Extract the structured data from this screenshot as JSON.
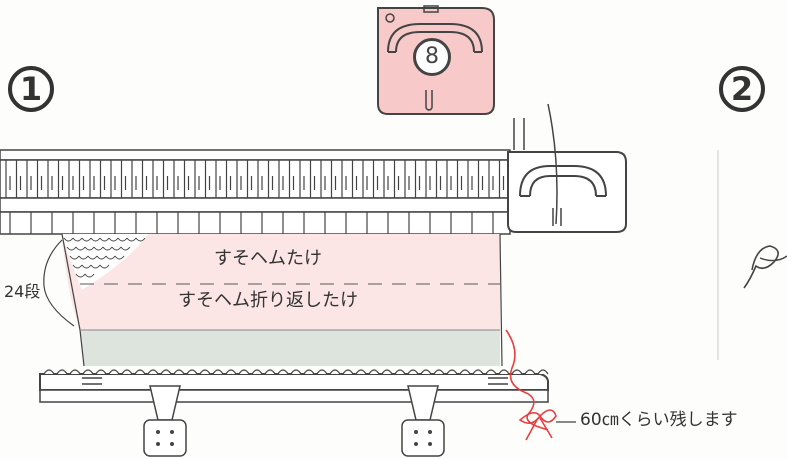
{
  "steps": {
    "one": "1",
    "two": "2"
  },
  "dial": {
    "number": "8"
  },
  "labels": {
    "upper_band": "すそヘムたけ",
    "lower_band": "すそヘム折り返したけ",
    "row_count": "24段",
    "yarn_note": "60㎝くらい残します"
  },
  "colors": {
    "pink_band": "#fbe5e5",
    "green_band": "#dde3dd",
    "dial_bg": "#f7c9c9",
    "yarn_red": "#e8403f",
    "outline": "#444444"
  }
}
